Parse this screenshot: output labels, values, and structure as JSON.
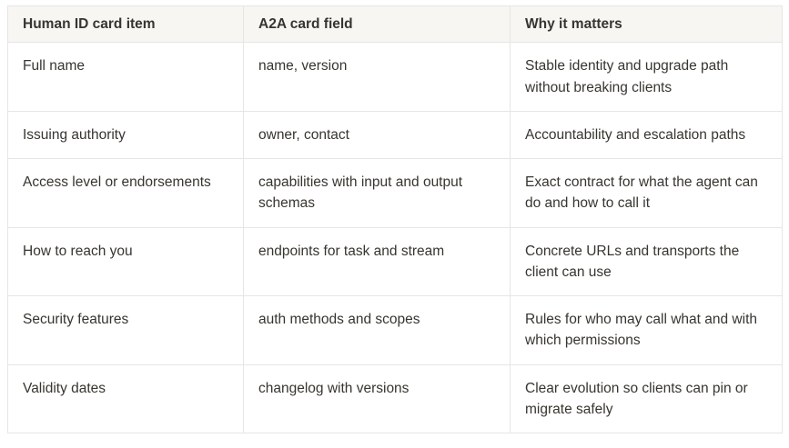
{
  "table": {
    "columns": [
      "Human ID card item",
      "A2A card field",
      "Why it matters"
    ],
    "rows": [
      {
        "cells": [
          "Full name",
          "name, version",
          "Stable identity and upgrade path without breaking clients"
        ]
      },
      {
        "cells": [
          "Issuing authority",
          "owner, contact",
          "Accountability and escalation paths"
        ]
      },
      {
        "cells": [
          "Access level or endorsements",
          "capabilities with input and output schemas",
          "Exact contract for what the agent can do and how to call it"
        ]
      },
      {
        "cells": [
          "How to reach you",
          "endpoints for task and stream",
          "Concrete URLs and transports the client can use"
        ]
      },
      {
        "cells": [
          "Security features",
          "auth methods and scopes",
          "Rules for who may call what and with which permissions"
        ]
      },
      {
        "cells": [
          "Validity dates",
          "changelog with versions",
          "Clear evolution so clients can pin or migrate safely"
        ]
      }
    ]
  }
}
